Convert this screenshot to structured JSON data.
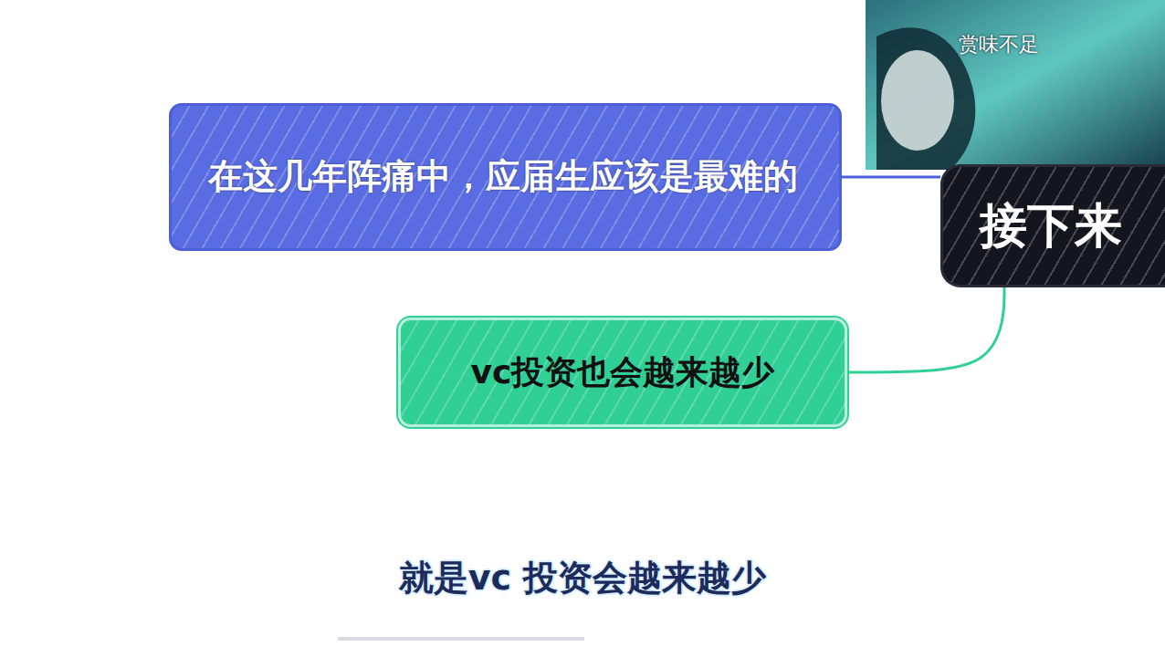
{
  "diagram": {
    "nodes": [
      {
        "text": [
          "在这几年阵痛中，应届生应该是最难的"
        ]
      },
      {
        "text": [
          "接下来"
        ]
      },
      {
        "text": [
          "vc投资也会越来越少"
        ]
      }
    ],
    "edges": [
      {
        "from": 1,
        "to": 0,
        "arrow": "none"
      },
      {
        "from": 1,
        "to": 2,
        "arrow": "none"
      }
    ],
    "labels": [
      "赏味不足",
      "就是vc 投资会越来越少"
    ]
  }
}
